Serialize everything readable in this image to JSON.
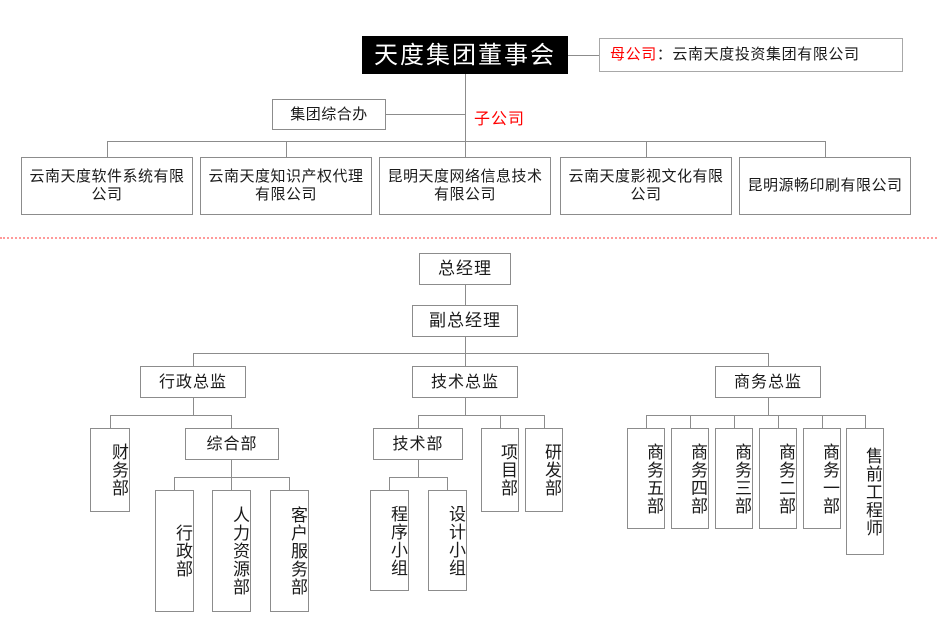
{
  "title": "天度集团董事会",
  "colors": {
    "root_bg": "#000000",
    "root_text": "#ffffff",
    "box_border": "#8c8c8c",
    "accent_red": "#ff0000",
    "divider": "#ff9a9a"
  },
  "top_section": {
    "root": {
      "label": "天度集团董事会"
    },
    "parent_legend": {
      "tag": "母公司",
      "separator": "：",
      "value": "云南天度投资集团有限公司"
    },
    "office": {
      "label": "集团综合办"
    },
    "subsidiary_tag": {
      "label": "子公司"
    },
    "subsidiaries": [
      {
        "label": "云南天度软件系统有限公司"
      },
      {
        "label": "云南天度知识产权代理有限公司"
      },
      {
        "label": "昆明天度网络信息技术有限公司"
      },
      {
        "label": "云南天度影视文化有限公司"
      },
      {
        "label": "昆明源畅印刷有限公司"
      }
    ]
  },
  "bottom_section": {
    "general_manager": {
      "label": "总经理"
    },
    "deputy_general_manager": {
      "label": "副总经理"
    },
    "directors": [
      {
        "label": "行政总监"
      },
      {
        "label": "技术总监"
      },
      {
        "label": "商务总监"
      }
    ],
    "admin_branch": {
      "finance": {
        "label": "财务部"
      },
      "general_affairs": {
        "label": "综合部"
      },
      "general_affairs_children": [
        {
          "label": "行政部"
        },
        {
          "label": "人力资源部"
        },
        {
          "label": "客户服务部"
        }
      ]
    },
    "tech_branch": {
      "tech_dept": {
        "label": "技术部"
      },
      "tech_dept_children": [
        {
          "label": "程序小组"
        },
        {
          "label": "设计小组"
        }
      ],
      "siblings": [
        {
          "label": "项目部"
        },
        {
          "label": "研发部"
        }
      ]
    },
    "business_branch": {
      "units": [
        {
          "label": "商务五部"
        },
        {
          "label": "商务四部"
        },
        {
          "label": "商务三部"
        },
        {
          "label": "商务二部"
        },
        {
          "label": "商务一部"
        },
        {
          "label": "售前工程师"
        }
      ]
    }
  }
}
